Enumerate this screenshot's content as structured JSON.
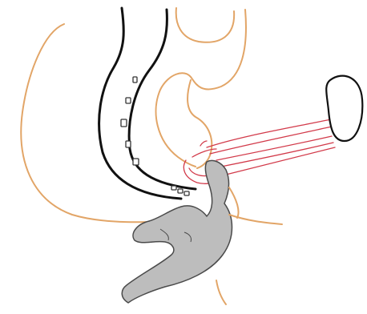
{
  "colors": {
    "background": "#ffffff",
    "outline_black": "#111111",
    "orange_tissue": "#e2a567",
    "red_muscle": "#d23a4a",
    "gray_fill": "#bdbdbd",
    "gray_stroke": "#4a4a4a"
  },
  "structures": [
    "large-outer-orange-contour",
    "dark-curved-canal",
    "orange-organ-contour",
    "red-muscle-band",
    "black-oval-attachment",
    "gray-curved-structure",
    "small-dark-shapes",
    "lower-orange-contours"
  ]
}
